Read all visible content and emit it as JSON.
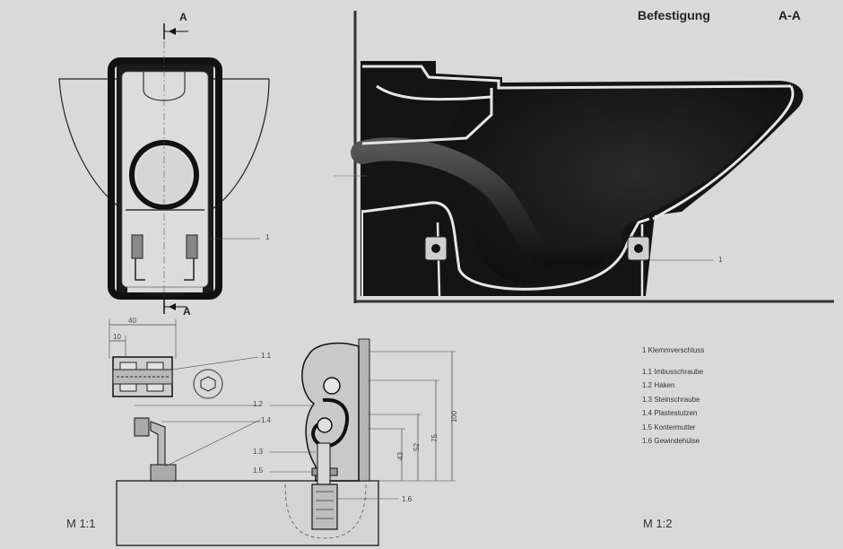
{
  "header": {
    "title": "Befestigung",
    "section": "A-A"
  },
  "section_marks": {
    "top": "A",
    "bottom": "A"
  },
  "callouts": {
    "front_view": "1",
    "section_view": "1",
    "detail_1_1": "1.1",
    "detail_1_2": "1.2",
    "detail_1_3": "1.3",
    "detail_1_4": "1.4",
    "detail_1_5": "1.5",
    "detail_1_6": "1.6"
  },
  "dimensions": {
    "width_40": "40",
    "width_10": "10",
    "height_100": "100",
    "height_75": "75",
    "height_52": "52",
    "height_43": "43"
  },
  "legend": {
    "heading": "1  Klemmverschluss",
    "items": [
      "1.1 Imbusschraube",
      "1.2 Haken",
      "1.3 Steinschraube",
      "1.4 Plastestutzen",
      "1.5 Kontermutter",
      "1.6 Gewindehülse"
    ]
  },
  "scales": {
    "detail": "M 1:1",
    "section": "M 1:2"
  },
  "colors": {
    "paper": "#d9d9d9",
    "ink": "#111111",
    "line": "#555555"
  }
}
